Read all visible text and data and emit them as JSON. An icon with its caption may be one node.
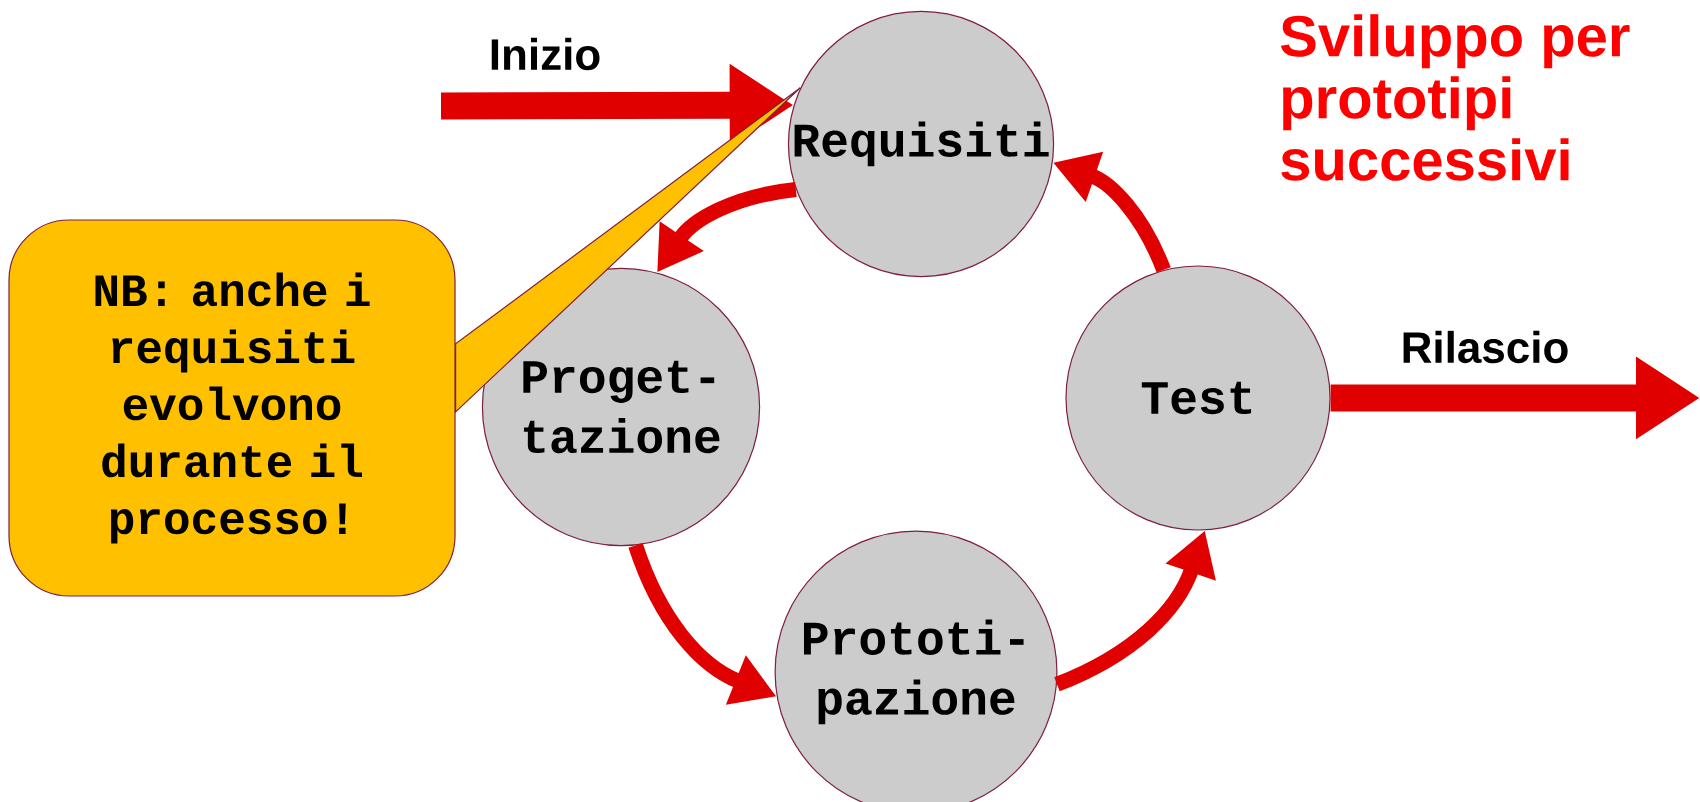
{
  "diagram": {
    "title": "Sviluppo per prototipi successivi",
    "nodes": [
      {
        "text": [
          "Requisiti"
        ]
      },
      {
        "text": [
          "Proget- tazione"
        ]
      },
      {
        "text": [
          "Prototi- pazione"
        ]
      },
      {
        "text": [
          "Test"
        ]
      },
      {
        "text": [
          "NB: anche i requisiti evolvono durante il processo!"
        ]
      }
    ],
    "edges": [
      {
        "from": null,
        "to": 0,
        "arrow": "to",
        "label": "Inizio",
        "style": "thick"
      },
      {
        "from": 0,
        "to": 1,
        "arrow": "to"
      },
      {
        "from": 1,
        "to": 2,
        "arrow": "to"
      },
      {
        "from": 2,
        "to": 3,
        "arrow": "to"
      },
      {
        "from": 3,
        "to": 0,
        "arrow": "to"
      },
      {
        "from": 3,
        "to": null,
        "arrow": "to",
        "label": "Rilascio",
        "style": "thick"
      },
      {
        "from": 4,
        "to": 0,
        "arrow": "none",
        "color": "#ffc000"
      }
    ]
  }
}
